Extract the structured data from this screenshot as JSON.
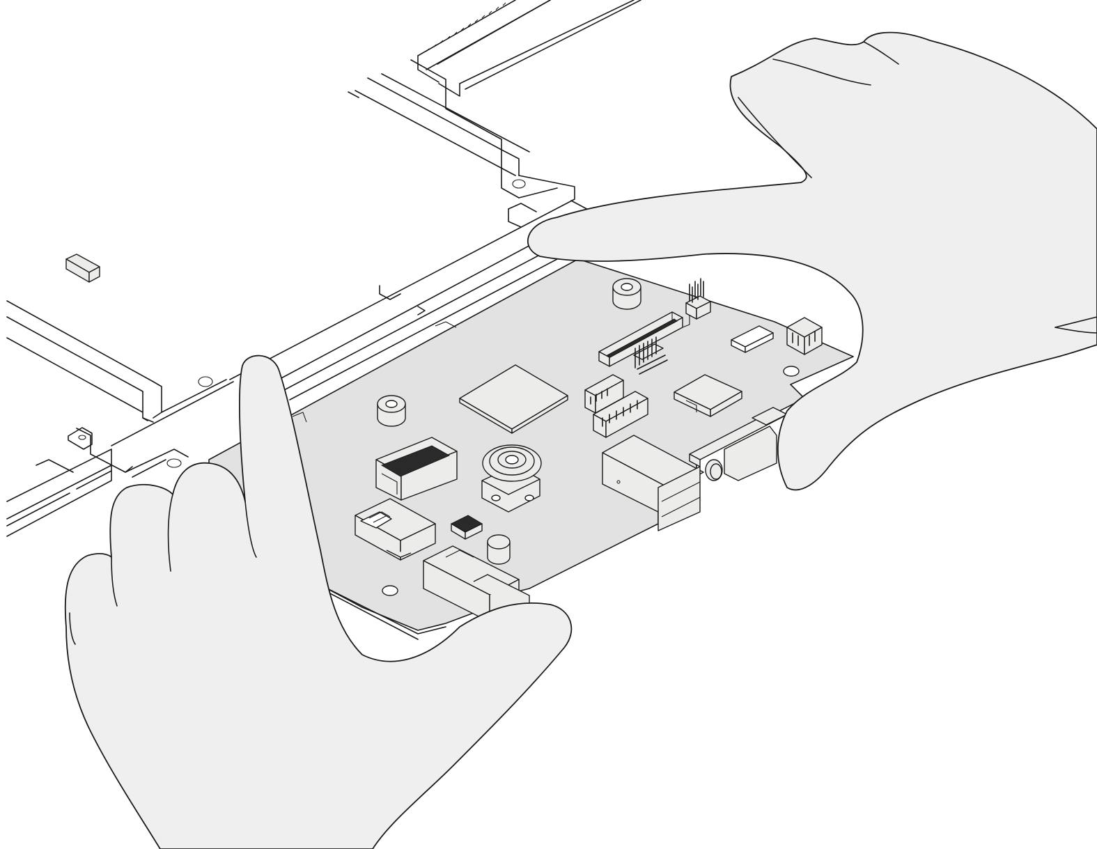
{
  "figure": {
    "background": "#ffffff",
    "board_fill": "#e1e2e1",
    "hand_fill": "#eeefee",
    "line_color": "#1a1a1a"
  },
  "icons": [
    "chassis-frame",
    "riser-slot",
    "system-io-board",
    "left-hand",
    "right-hand"
  ]
}
